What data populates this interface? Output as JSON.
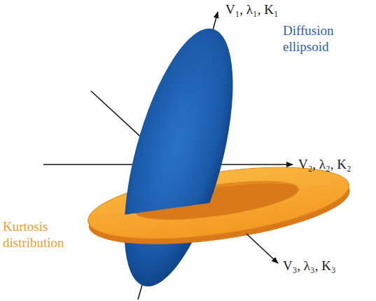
{
  "diagram": {
    "labels": [
      "V₁, λ₁, K₁",
      "Diffusion ellipsoid",
      "V₂, λ₂, K₂",
      "Kurtosis distribution",
      "V₃, λ₃, K₃"
    ]
  }
}
